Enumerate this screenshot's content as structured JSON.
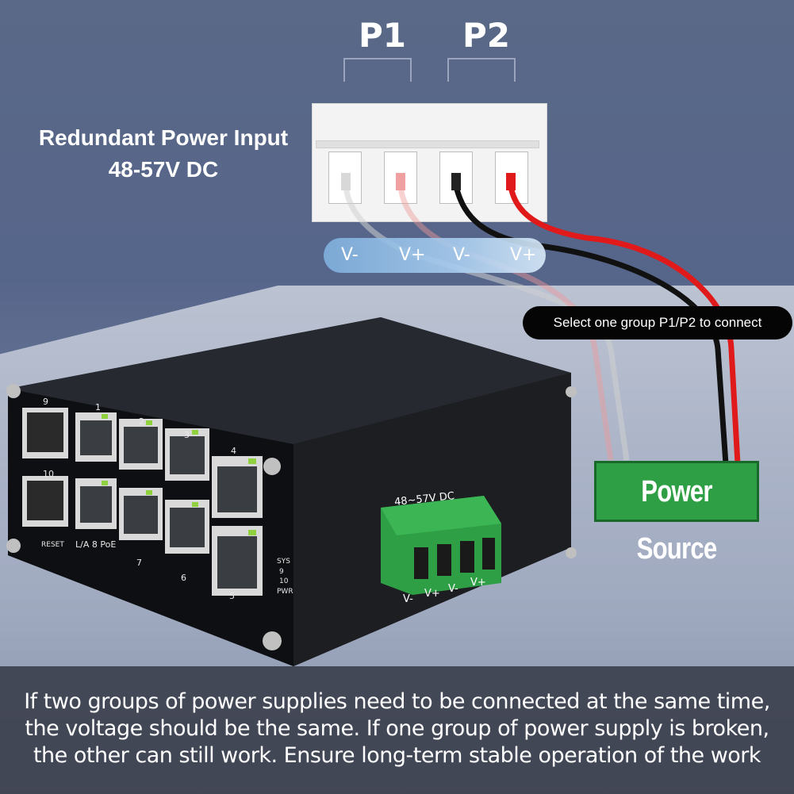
{
  "header": {
    "p1_label": "P1",
    "p2_label": "P2"
  },
  "title": {
    "line1": "Redundant Power Input",
    "line2": "48-57V DC"
  },
  "terminal_labels": [
    "V-",
    "V+",
    "V-",
    "V+"
  ],
  "callout": "Select one group P1/P2 to connect",
  "power_source": "Power Source",
  "device": {
    "port_numbers": [
      "9",
      "10",
      "1",
      "2",
      "3",
      "4",
      "7",
      "6",
      "5"
    ],
    "reset_label": "RESET",
    "poe_label": "L/A 8 PoE",
    "status_labels": [
      "SYS",
      "9",
      "10",
      "PWR"
    ],
    "connector_label": "48~57V DC",
    "connector_pins": [
      "V-",
      "V+",
      "V-",
      "V+"
    ]
  },
  "caption": {
    "line1": "If two groups of power supplies need to be connected at the same time,",
    "line2": "the voltage should be the same. If one group of power supply is broken,",
    "line3": "the other can still work. Ensure long-term stable operation of the work"
  },
  "colors": {
    "power_source_bg": "#2e9f45",
    "connector": "#2e9f45",
    "wire_red": "#e01a1a",
    "wire_black": "#111111"
  }
}
